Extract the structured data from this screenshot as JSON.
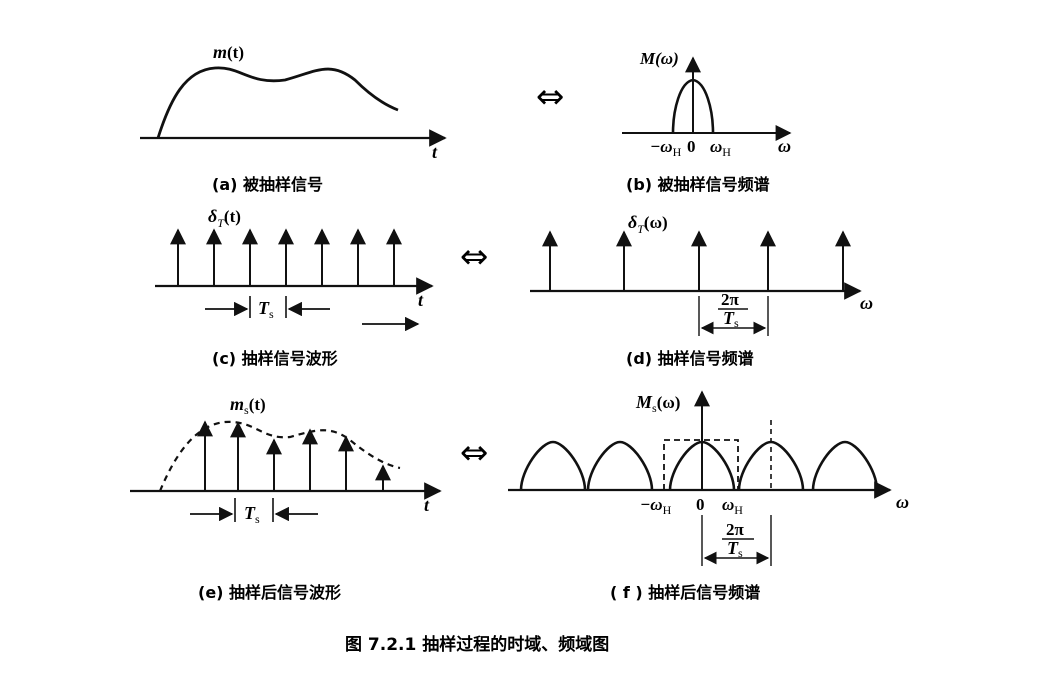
{
  "panels": {
    "a": {
      "signal_label_main": "m",
      "signal_label_arg": "(t)",
      "axis_t": "t",
      "caption": "(a) 被抽样信号"
    },
    "b": {
      "signal_label": "M(ω)",
      "tick_neg": "−ω",
      "tick_sub": "H",
      "tick_zero": "0",
      "tick_pos": "ω",
      "axis_w": "ω",
      "caption": "(b) 被抽样信号频谱"
    },
    "c": {
      "signal_label_main": "δ",
      "signal_label_sub": "T",
      "signal_label_arg": "(t)",
      "period_main": "T",
      "period_sub": "s",
      "axis_t": "t",
      "caption": "(c) 抽样信号波形"
    },
    "d": {
      "signal_label_main": "δ",
      "signal_label_sub": "T",
      "signal_label_arg": "(ω)",
      "frac_num": "2π",
      "frac_den_main": "T",
      "frac_den_sub": "s",
      "axis_w": "ω",
      "caption": "(d) 抽样信号频谱"
    },
    "e": {
      "signal_label_main": "m",
      "signal_label_sub": "s",
      "signal_label_arg": "(t)",
      "period_main": "T",
      "period_sub": "s",
      "axis_t": "t",
      "caption": "(e) 抽样后信号波形"
    },
    "f": {
      "signal_label_main": "M",
      "signal_label_sub": "s",
      "signal_label_arg": "(ω)",
      "tick_neg": "−ω",
      "tick_sub": "H",
      "tick_zero": "0",
      "tick_pos": "ω",
      "frac_num": "2π",
      "frac_den_main": "T",
      "frac_den_sub": "s",
      "axis_w": "ω",
      "caption": "( f ) 抽样后信号频谱"
    }
  },
  "equiv_symbol": "⇔",
  "figure_title": "图 7.2.1   抽样过程的时域、频域图"
}
